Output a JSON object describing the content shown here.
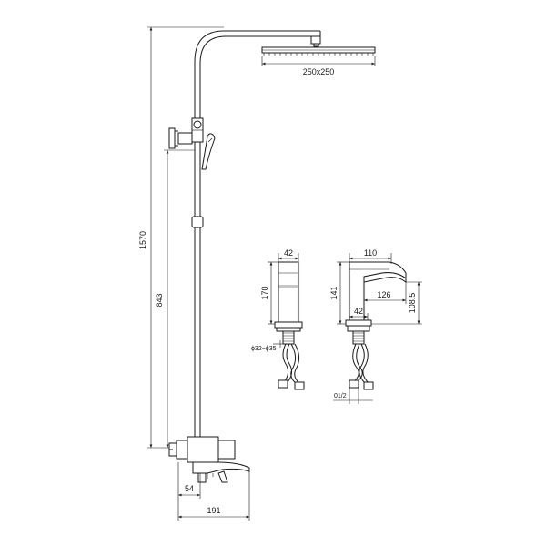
{
  "shower_column": {
    "total_height": "1570",
    "diverter_height": "843",
    "spout_offset": "54",
    "overall_width": "191",
    "head_size": "250x250"
  },
  "pillar_tap": {
    "top_width": "42",
    "body_height": "170",
    "thread_label": "ϕ32~ϕ35"
  },
  "basin_mixer": {
    "top_width": "110",
    "spout_reach": "126",
    "total_height": "141",
    "spout_height": "108.5",
    "base_width": "42",
    "connector_label": "01/2"
  }
}
